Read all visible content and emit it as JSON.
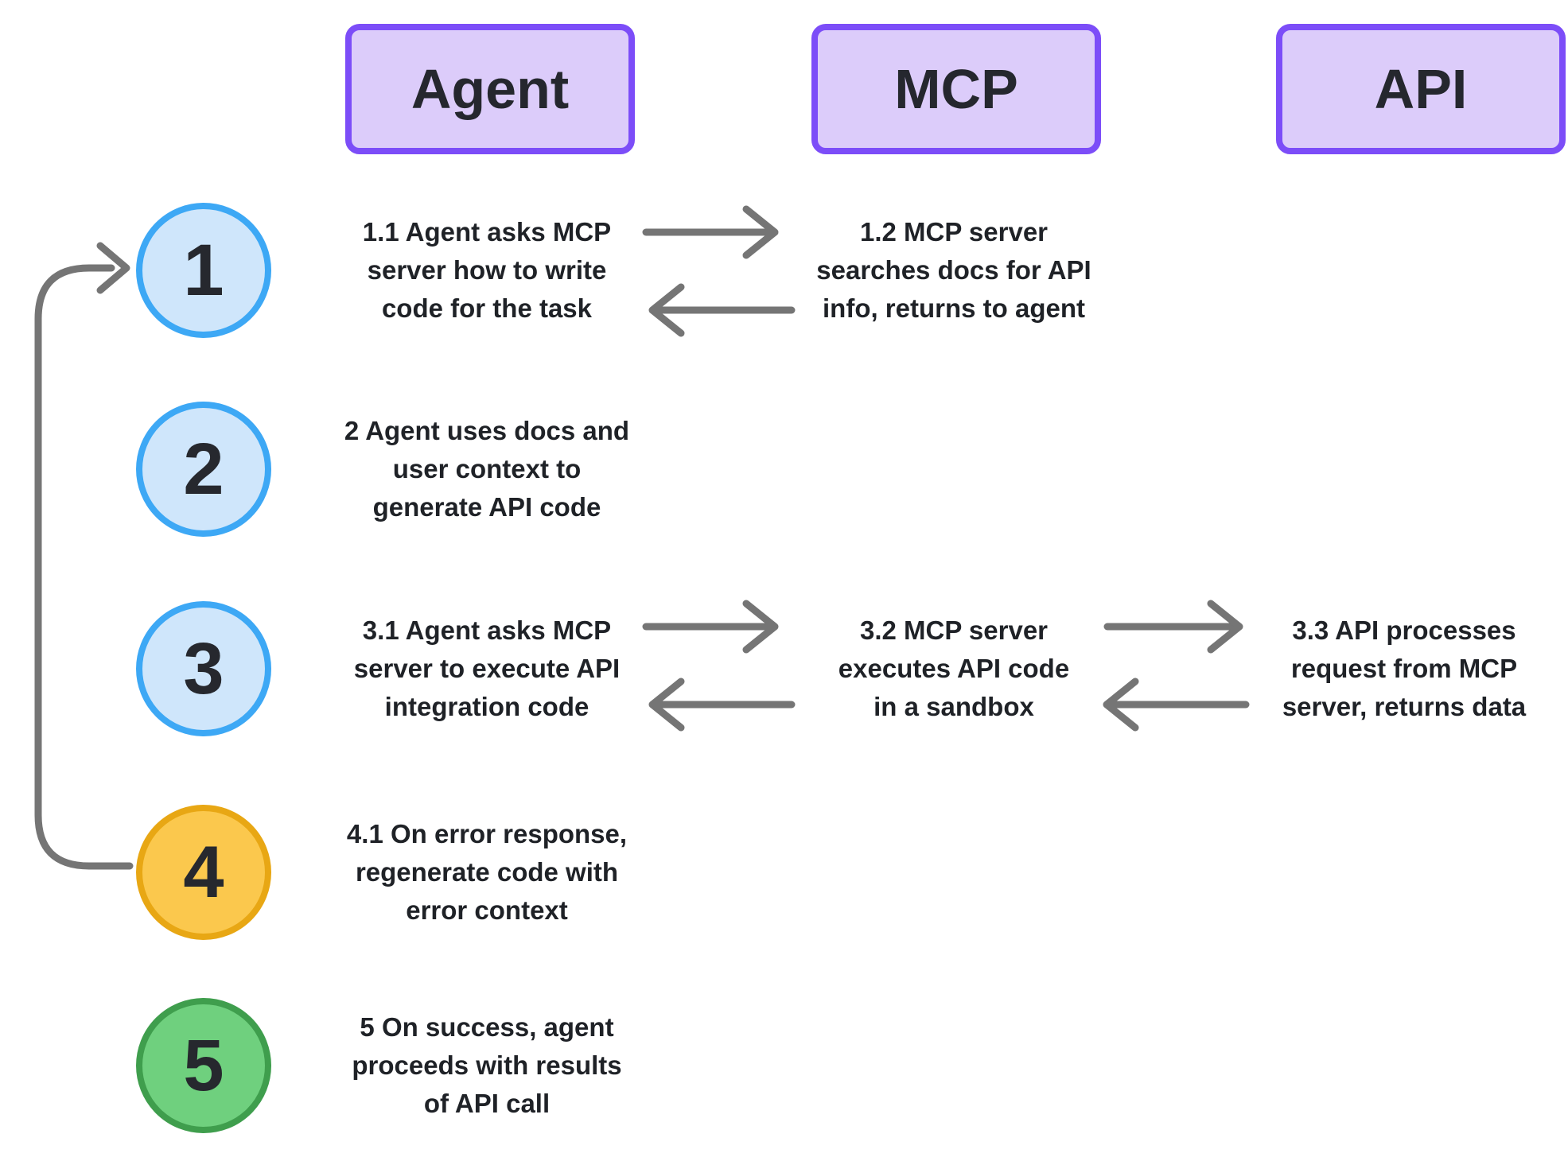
{
  "diagram": {
    "columns": [
      {
        "id": "agent",
        "label": "Agent"
      },
      {
        "id": "mcp",
        "label": "MCP"
      },
      {
        "id": "api",
        "label": "API"
      }
    ],
    "steps": [
      {
        "number": "1",
        "circle_color": "blue",
        "agent_lines": [
          "1.1 Agent asks MCP",
          "server how to write",
          "code for the task"
        ],
        "mcp_lines": [
          "1.2 MCP server",
          "searches docs for API",
          "info, returns to agent"
        ]
      },
      {
        "number": "2",
        "circle_color": "blue",
        "agent_lines": [
          "2 Agent uses docs and",
          "user context to",
          "generate API code"
        ]
      },
      {
        "number": "3",
        "circle_color": "blue",
        "agent_lines": [
          "3.1 Agent asks MCP",
          "server to execute API",
          "integration code"
        ],
        "mcp_lines": [
          "3.2 MCP server",
          "executes API code",
          "in a sandbox"
        ],
        "api_lines": [
          "3.3 API processes",
          "request from MCP",
          "server, returns data"
        ]
      },
      {
        "number": "4",
        "circle_color": "amber",
        "agent_lines": [
          "4.1 On error response,",
          "regenerate code with",
          "error context"
        ]
      },
      {
        "number": "5",
        "circle_color": "green",
        "agent_lines": [
          "5 On success, agent",
          "proceeds with results",
          "of API call"
        ]
      }
    ],
    "colors": {
      "box_fill": "#DCCCFA",
      "box_border": "#7C4DF8",
      "blue_fill": "#CFE6FB",
      "blue_border": "#3DA8F5",
      "amber_fill": "#FBC84D",
      "amber_border": "#E8A714",
      "green_fill": "#6FD07E",
      "green_border": "#3F9E4D",
      "arrow": "#757575",
      "text": "#1F2227"
    }
  }
}
